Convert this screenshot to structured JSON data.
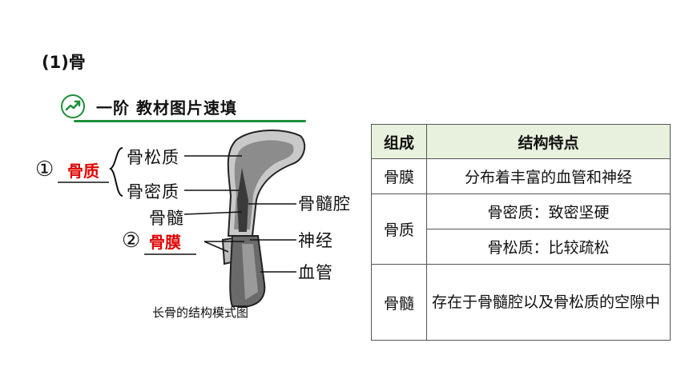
{
  "section": {
    "heading": "(1)骨"
  },
  "banner": {
    "title": "一阶  教材图片速填",
    "icon": "check-trend-icon",
    "accent": "#1f8f3a"
  },
  "diagram": {
    "labels": {
      "spongy": "骨松质",
      "compact": "骨密质",
      "marrow": "骨髓",
      "cavity": "骨髓腔",
      "nerve": "神经",
      "vessel": "血管"
    },
    "blanks": [
      {
        "number": "①",
        "answer": "骨质"
      },
      {
        "number": "②",
        "answer": "骨膜"
      }
    ],
    "caption": "长骨的结构模式图",
    "answer_color": "#e00000"
  },
  "table": {
    "headers": [
      "组成",
      "结构特点"
    ],
    "rows": {
      "periosteum": {
        "name": "骨膜",
        "desc": "分布着丰富的血管和神经"
      },
      "bone": {
        "name": "骨质",
        "compact": "骨密质：致密坚硬",
        "spongy": "骨松质：比较疏松"
      },
      "marrow": {
        "name": "骨髓",
        "desc": "存在于骨髓腔以及骨松质的空隙中"
      }
    },
    "header_bg": "#e7f1dd"
  }
}
